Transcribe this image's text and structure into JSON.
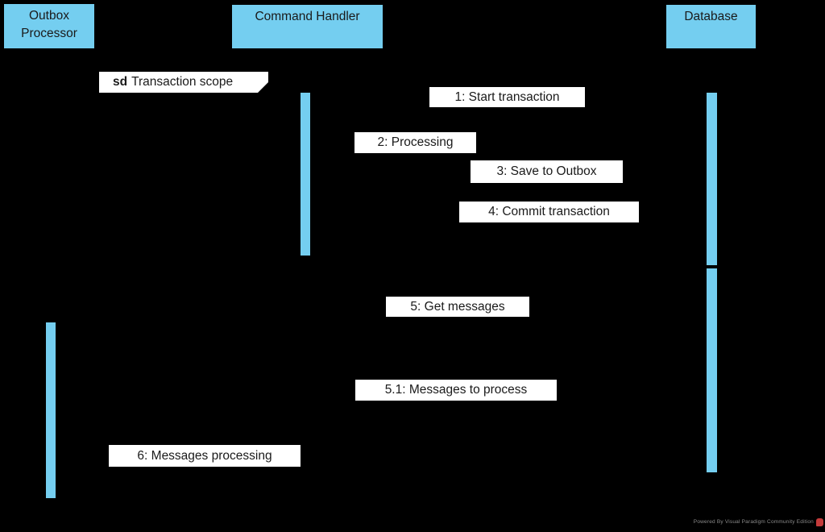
{
  "colors": {
    "background": "#000000",
    "node_fill": "#74CEF0",
    "label_background": "#ffffff",
    "text": "#1a1a1a",
    "watermark_text": "#8b8b8b",
    "watermark_logo_red": "#c43b3b"
  },
  "lifelines": [
    {
      "label": "Outbox Processor"
    },
    {
      "label": "Command Handler"
    },
    {
      "label": "Database"
    }
  ],
  "fragment": {
    "keyword": "sd",
    "name": "Transaction scope"
  },
  "messages": [
    {
      "label": "1: Start transaction"
    },
    {
      "label": "2: Processing"
    },
    {
      "label": "3: Save to Outbox"
    },
    {
      "label": "4: Commit transaction"
    },
    {
      "label": "5: Get messages"
    },
    {
      "label": "5.1: Messages to process"
    },
    {
      "label": "6: Messages processing"
    }
  ],
  "watermark": {
    "text": "Powered By Visual Paradigm Community Edition"
  }
}
